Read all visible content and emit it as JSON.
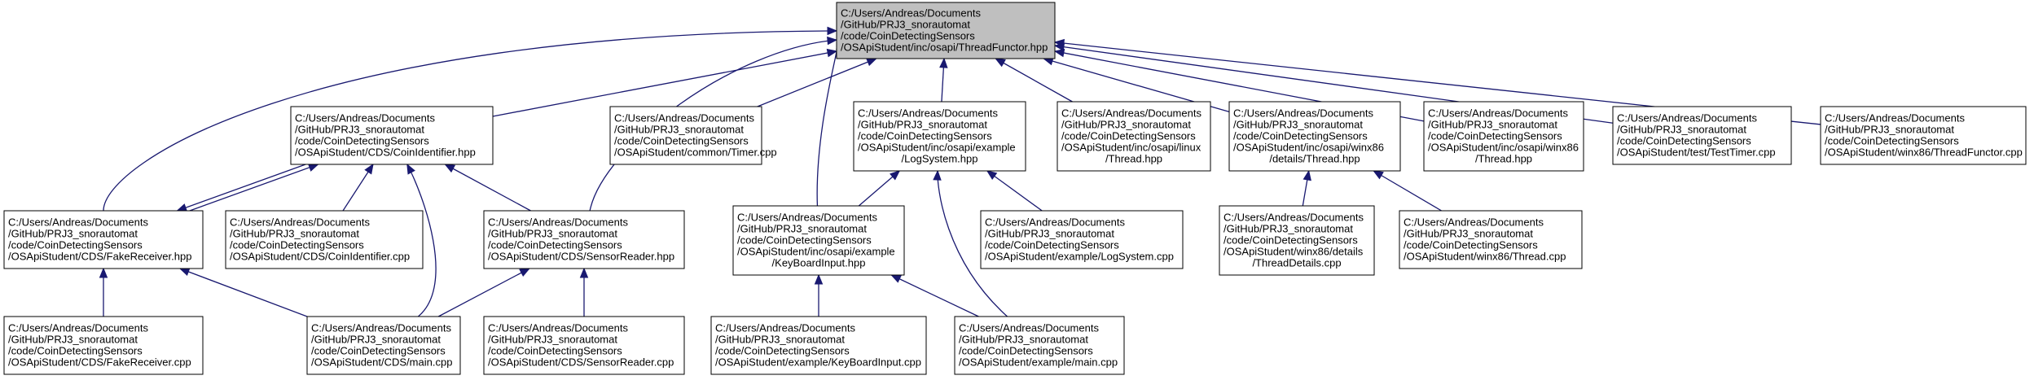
{
  "diagram": {
    "colors": {
      "node_border": "#000000",
      "root_fill": "#bfbfbf",
      "node_fill": "#ffffff",
      "edge": "#191970",
      "text": "#000000"
    },
    "nodes": [
      {
        "id": "threadfunctor_hpp",
        "root": true,
        "lines": [
          "C:/Users/Andreas/Documents",
          "/GitHub/PRJ3_snorautomat",
          "/code/CoinDetectingSensors",
          "/OSApiStudent/inc/osapi/ThreadFunctor.hpp"
        ]
      },
      {
        "id": "coinidentifier_hpp",
        "lines": [
          "C:/Users/Andreas/Documents",
          "/GitHub/PRJ3_snorautomat",
          "/code/CoinDetectingSensors",
          "/OSApiStudent/CDS/CoinIdentifier.hpp"
        ]
      },
      {
        "id": "timer_cpp",
        "lines": [
          "C:/Users/Andreas/Documents",
          "/GitHub/PRJ3_snorautomat",
          "/code/CoinDetectingSensors",
          "/OSApiStudent/common/Timer.cpp"
        ]
      },
      {
        "id": "example_logsystem_hpp",
        "lines": [
          "C:/Users/Andreas/Documents",
          "/GitHub/PRJ3_snorautomat",
          "/code/CoinDetectingSensors",
          "/OSApiStudent/inc/osapi/example",
          "/LogSystem.hpp"
        ]
      },
      {
        "id": "linux_thread_hpp",
        "lines": [
          "C:/Users/Andreas/Documents",
          "/GitHub/PRJ3_snorautomat",
          "/code/CoinDetectingSensors",
          "/OSApiStudent/inc/osapi/linux",
          "/Thread.hpp"
        ]
      },
      {
        "id": "winx86_details_thread_hpp",
        "lines": [
          "C:/Users/Andreas/Documents",
          "/GitHub/PRJ3_snorautomat",
          "/code/CoinDetectingSensors",
          "/OSApiStudent/inc/osapi/winx86",
          "/details/Thread.hpp"
        ]
      },
      {
        "id": "winx86_thread_hpp",
        "lines": [
          "C:/Users/Andreas/Documents",
          "/GitHub/PRJ3_snorautomat",
          "/code/CoinDetectingSensors",
          "/OSApiStudent/inc/osapi/winx86",
          "/Thread.hpp"
        ]
      },
      {
        "id": "testtimer_cpp",
        "lines": [
          "C:/Users/Andreas/Documents",
          "/GitHub/PRJ3_snorautomat",
          "/code/CoinDetectingSensors",
          "/OSApiStudent/test/TestTimer.cpp"
        ]
      },
      {
        "id": "threadfunctor_cpp",
        "lines": [
          "C:/Users/Andreas/Documents",
          "/GitHub/PRJ3_snorautomat",
          "/code/CoinDetectingSensors",
          "/OSApiStudent/winx86/ThreadFunctor.cpp"
        ]
      },
      {
        "id": "fakereceiver_hpp",
        "lines": [
          "C:/Users/Andreas/Documents",
          "/GitHub/PRJ3_snorautomat",
          "/code/CoinDetectingSensors",
          "/OSApiStudent/CDS/FakeReceiver.hpp"
        ]
      },
      {
        "id": "coinidentifier_cpp",
        "lines": [
          "C:/Users/Andreas/Documents",
          "/GitHub/PRJ3_snorautomat",
          "/code/CoinDetectingSensors",
          "/OSApiStudent/CDS/CoinIdentifier.cpp"
        ]
      },
      {
        "id": "sensorreader_hpp",
        "lines": [
          "C:/Users/Andreas/Documents",
          "/GitHub/PRJ3_snorautomat",
          "/code/CoinDetectingSensors",
          "/OSApiStudent/CDS/SensorReader.hpp"
        ]
      },
      {
        "id": "keyboardinput_hpp",
        "lines": [
          "C:/Users/Andreas/Documents",
          "/GitHub/PRJ3_snorautomat",
          "/code/CoinDetectingSensors",
          "/OSApiStudent/inc/osapi/example",
          "/KeyBoardInput.hpp"
        ]
      },
      {
        "id": "example_logsystem_cpp",
        "lines": [
          "C:/Users/Andreas/Documents",
          "/GitHub/PRJ3_snorautomat",
          "/code/CoinDetectingSensors",
          "/OSApiStudent/example/LogSystem.cpp"
        ]
      },
      {
        "id": "threaddetails_cpp",
        "lines": [
          "C:/Users/Andreas/Documents",
          "/GitHub/PRJ3_snorautomat",
          "/code/CoinDetectingSensors",
          "/OSApiStudent/winx86/details",
          "/ThreadDetails.cpp"
        ]
      },
      {
        "id": "winx86_thread_cpp",
        "lines": [
          "C:/Users/Andreas/Documents",
          "/GitHub/PRJ3_snorautomat",
          "/code/CoinDetectingSensors",
          "/OSApiStudent/winx86/Thread.cpp"
        ]
      },
      {
        "id": "fakereceiver_cpp",
        "lines": [
          "C:/Users/Andreas/Documents",
          "/GitHub/PRJ3_snorautomat",
          "/code/CoinDetectingSensors",
          "/OSApiStudent/CDS/FakeReceiver.cpp"
        ]
      },
      {
        "id": "cds_main_cpp",
        "lines": [
          "C:/Users/Andreas/Documents",
          "/GitHub/PRJ3_snorautomat",
          "/code/CoinDetectingSensors",
          "/OSApiStudent/CDS/main.cpp"
        ]
      },
      {
        "id": "sensorreader_cpp",
        "lines": [
          "C:/Users/Andreas/Documents",
          "/GitHub/PRJ3_snorautomat",
          "/code/CoinDetectingSensors",
          "/OSApiStudent/CDS/SensorReader.cpp"
        ]
      },
      {
        "id": "keyboardinput_cpp",
        "lines": [
          "C:/Users/Andreas/Documents",
          "/GitHub/PRJ3_snorautomat",
          "/code/CoinDetectingSensors",
          "/OSApiStudent/example/KeyBoardInput.cpp"
        ]
      },
      {
        "id": "example_main_cpp",
        "lines": [
          "C:/Users/Andreas/Documents",
          "/GitHub/PRJ3_snorautomat",
          "/code/CoinDetectingSensors",
          "/OSApiStudent/example/main.cpp"
        ]
      }
    ],
    "edges": [
      {
        "from": "coinidentifier_hpp",
        "to": "threadfunctor_hpp"
      },
      {
        "from": "timer_cpp",
        "to": "threadfunctor_hpp"
      },
      {
        "from": "example_logsystem_hpp",
        "to": "threadfunctor_hpp"
      },
      {
        "from": "linux_thread_hpp",
        "to": "threadfunctor_hpp"
      },
      {
        "from": "winx86_details_thread_hpp",
        "to": "threadfunctor_hpp"
      },
      {
        "from": "winx86_thread_hpp",
        "to": "threadfunctor_hpp"
      },
      {
        "from": "testtimer_cpp",
        "to": "threadfunctor_hpp"
      },
      {
        "from": "threadfunctor_cpp",
        "to": "threadfunctor_hpp"
      },
      {
        "from": "fakereceiver_hpp",
        "to": "threadfunctor_hpp"
      },
      {
        "from": "sensorreader_hpp",
        "to": "threadfunctor_hpp"
      },
      {
        "from": "keyboardinput_hpp",
        "to": "threadfunctor_hpp"
      },
      {
        "from": "fakereceiver_hpp",
        "to": "coinidentifier_hpp"
      },
      {
        "from": "coinidentifier_hpp",
        "to": "fakereceiver_hpp"
      },
      {
        "from": "coinidentifier_cpp",
        "to": "coinidentifier_hpp"
      },
      {
        "from": "sensorreader_hpp",
        "to": "coinidentifier_hpp"
      },
      {
        "from": "cds_main_cpp",
        "to": "coinidentifier_hpp"
      },
      {
        "from": "fakereceiver_cpp",
        "to": "fakereceiver_hpp"
      },
      {
        "from": "cds_main_cpp",
        "to": "fakereceiver_hpp"
      },
      {
        "from": "cds_main_cpp",
        "to": "sensorreader_hpp"
      },
      {
        "from": "sensorreader_cpp",
        "to": "sensorreader_hpp"
      },
      {
        "from": "keyboardinput_hpp",
        "to": "example_logsystem_hpp"
      },
      {
        "from": "example_logsystem_cpp",
        "to": "example_logsystem_hpp"
      },
      {
        "from": "example_main_cpp",
        "to": "example_logsystem_hpp"
      },
      {
        "from": "keyboardinput_cpp",
        "to": "keyboardinput_hpp"
      },
      {
        "from": "example_main_cpp",
        "to": "keyboardinput_hpp"
      },
      {
        "from": "threaddetails_cpp",
        "to": "winx86_details_thread_hpp"
      },
      {
        "from": "winx86_thread_cpp",
        "to": "winx86_details_thread_hpp"
      }
    ]
  }
}
